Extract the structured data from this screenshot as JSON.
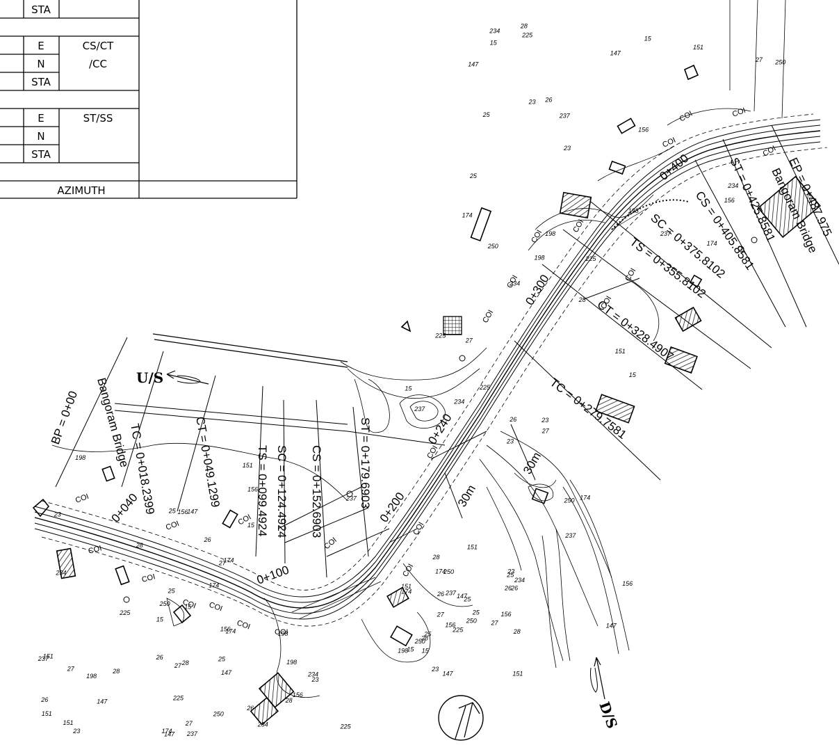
{
  "table": {
    "rows": [
      {
        "key": "STA",
        "group": ""
      },
      {
        "key": "",
        "group": ""
      },
      {
        "key": "E",
        "group": "CS/CT"
      },
      {
        "key": "N",
        "group": "/CC"
      },
      {
        "key": "STA",
        "group": ""
      },
      {
        "key": "",
        "group": ""
      },
      {
        "key": "E",
        "group": "ST/SS"
      },
      {
        "key": "N",
        "group": ""
      },
      {
        "key": "STA",
        "group": ""
      },
      {
        "key": "",
        "group": ""
      },
      {
        "key": "AZIMUTH",
        "group": ""
      }
    ]
  },
  "flow": {
    "upstream": "U/S",
    "downstream": "D/S"
  },
  "stations_left": [
    {
      "id": "bp",
      "text": "BP = 0+00"
    },
    {
      "id": "tc",
      "text": "TC = 0+018.2399"
    },
    {
      "id": "ct",
      "text": "CT = 0+049.1299"
    },
    {
      "id": "ts",
      "text": "TS = 0+099.4924"
    },
    {
      "id": "sc",
      "text": "SC = 0+124.4924"
    },
    {
      "id": "cs",
      "text": "CS = 0+152.6903"
    },
    {
      "id": "st",
      "text": "ST = 0+179.6903"
    }
  ],
  "stations_right": [
    {
      "id": "tc2",
      "text": "TC = 0+279.7581"
    },
    {
      "id": "ct2",
      "text": "CT = 0+328.4907"
    },
    {
      "id": "ts2",
      "text": "TS = 0+355.8102"
    },
    {
      "id": "sc2",
      "text": "SC = 0+375.8102"
    },
    {
      "id": "cs2",
      "text": "CS = 0+405.8581"
    },
    {
      "id": "st2",
      "text": "ST = 0+425.8581"
    },
    {
      "id": "ep",
      "text": "EP = 0+487.975"
    }
  ],
  "bridges": {
    "left": "Bangoram Bridge",
    "right": "Bangoram Bridge"
  },
  "chainages": [
    {
      "id": "k40",
      "text": "0+040"
    },
    {
      "id": "k100",
      "text": "0+100"
    },
    {
      "id": "k200",
      "text": "0+200"
    },
    {
      "id": "k240",
      "text": "0+240"
    },
    {
      "id": "k300",
      "text": "0+300"
    },
    {
      "id": "k400",
      "text": "0+400"
    }
  ],
  "dims": {
    "w1": "30m",
    "w2": "30m"
  },
  "feature_code": "COI",
  "spot_levels": [
    "15",
    "23",
    "25",
    "26",
    "27",
    "28",
    "151",
    "147",
    "156",
    "174",
    "198",
    "225",
    "234",
    "237",
    "250"
  ]
}
